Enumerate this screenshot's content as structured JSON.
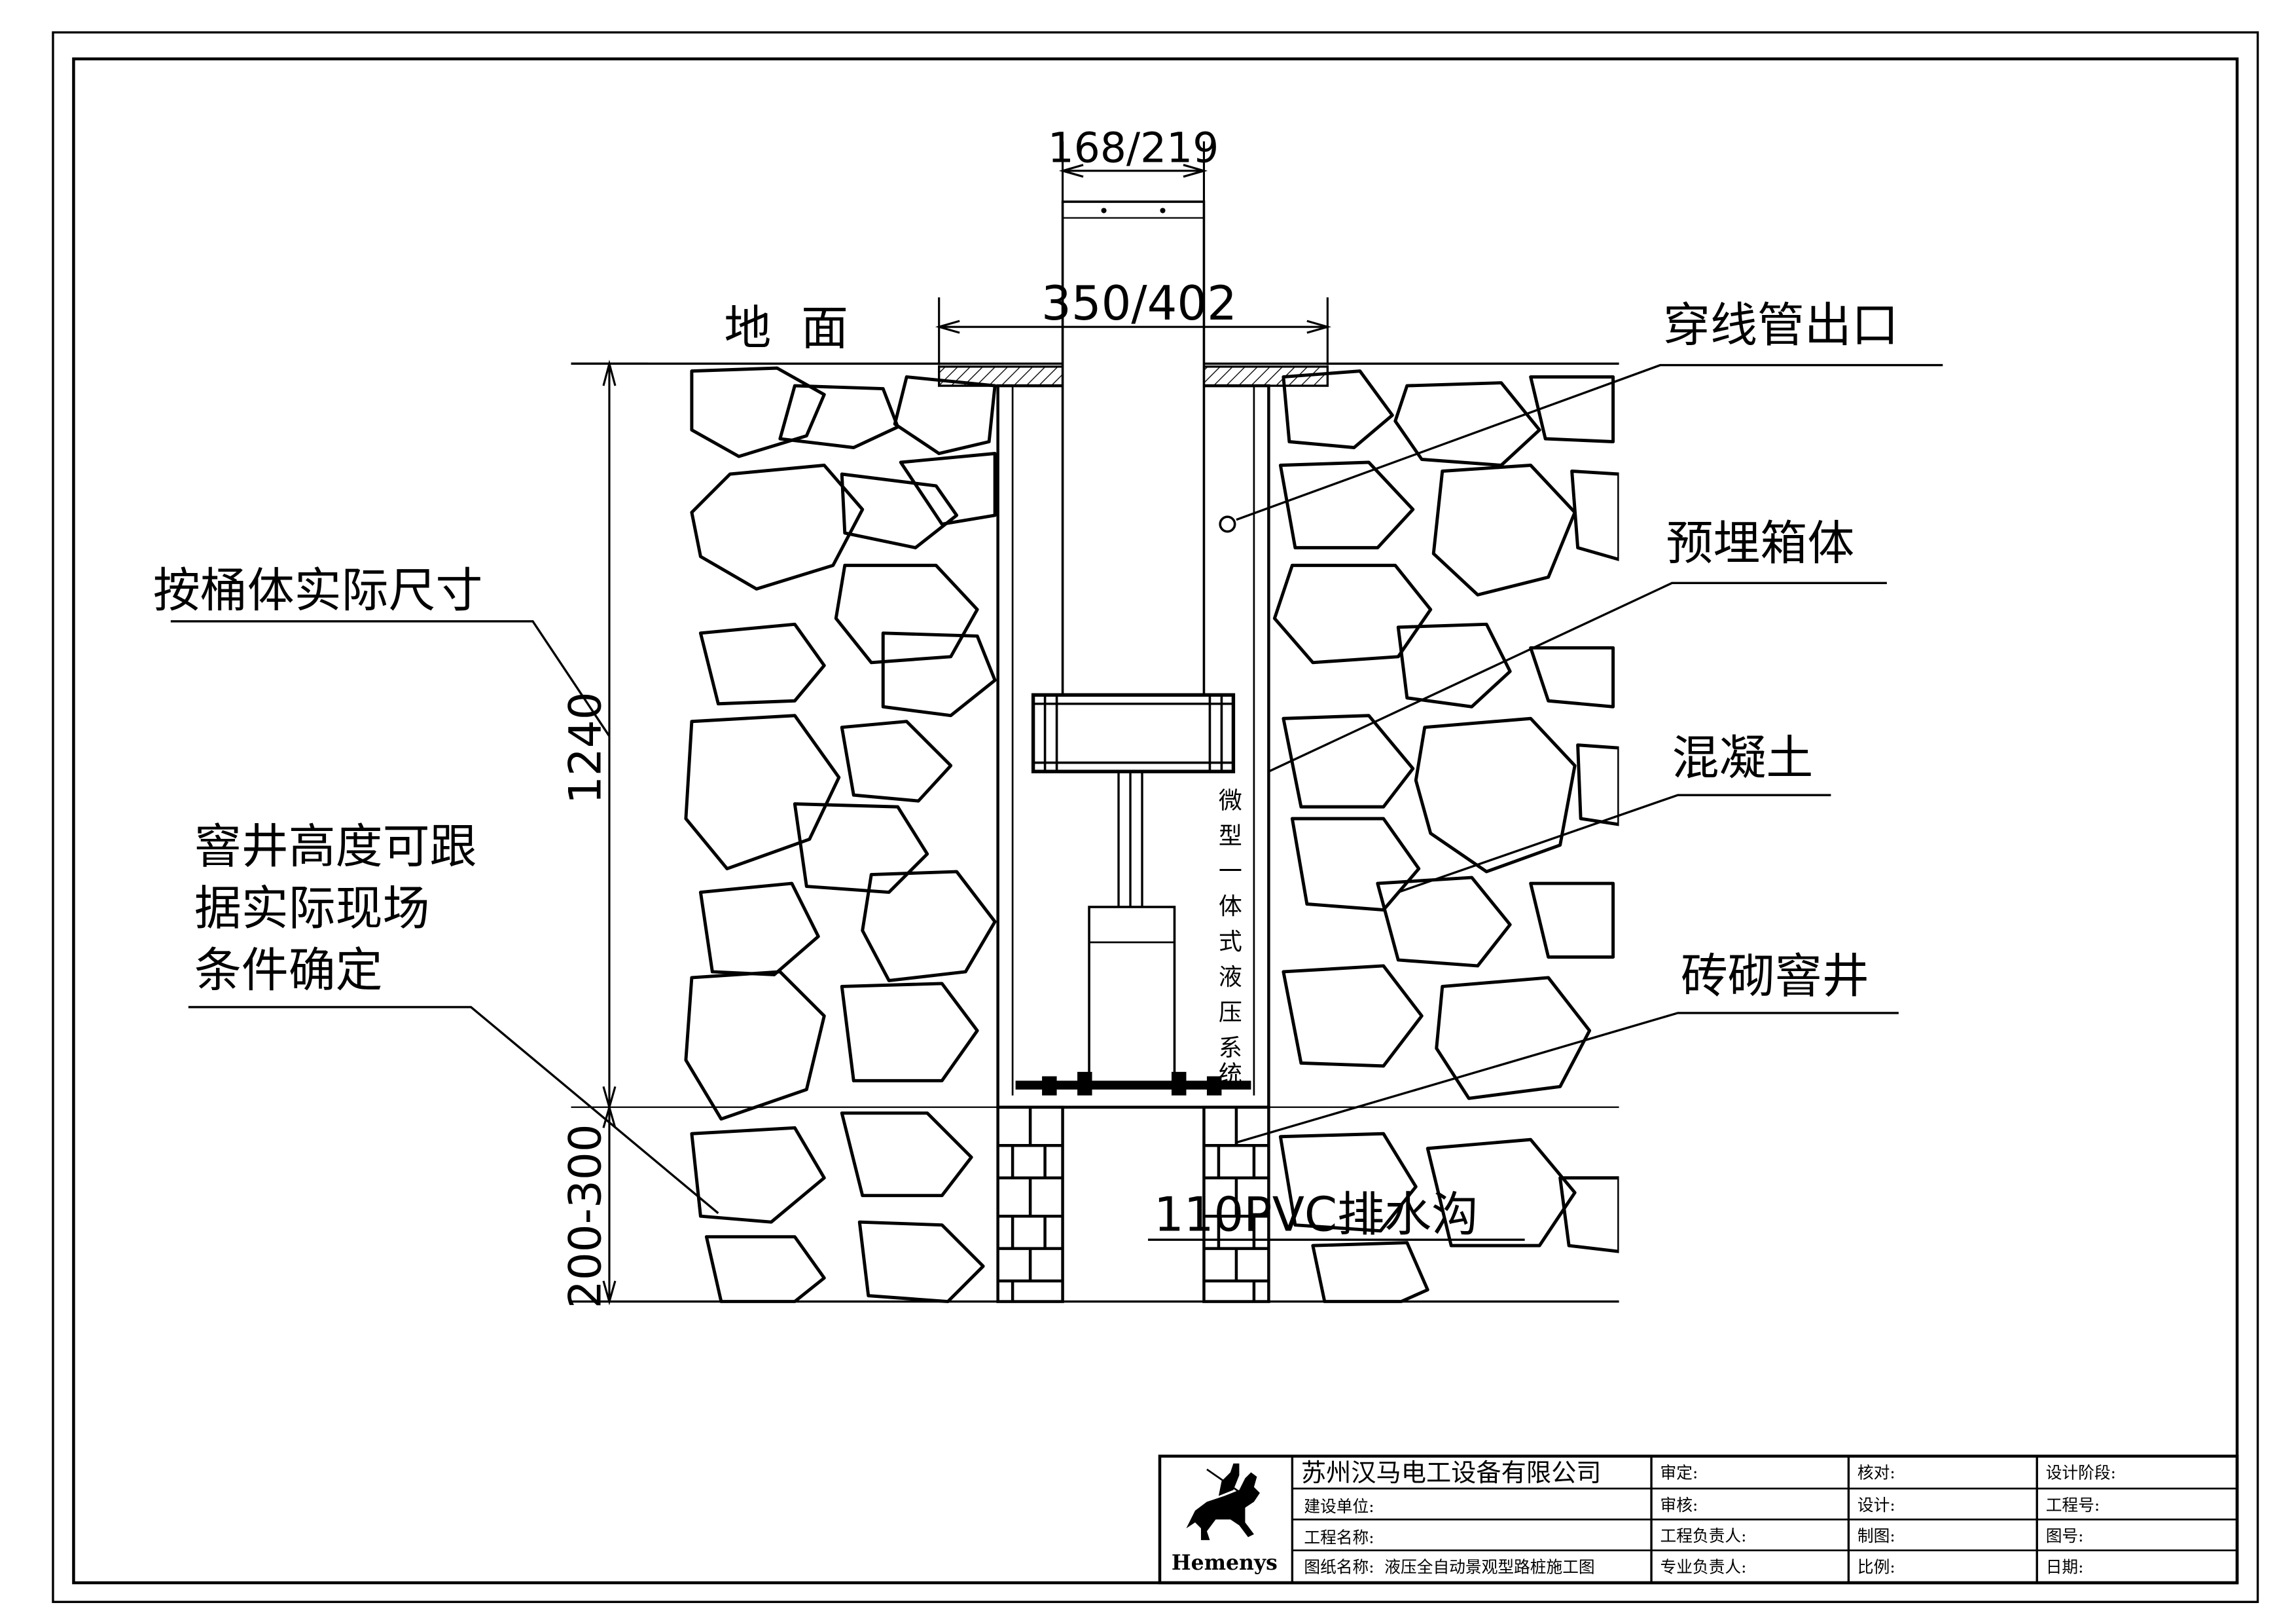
{
  "drawing": {
    "dim_pole_diameter": "168/219",
    "dim_box_width": "350/402",
    "dim_depth": "1240",
    "dim_pit_depth": "200-300",
    "ground_label": "地  面",
    "label_cable_outlet": "穿线管出口",
    "label_embedded_box": "预埋箱体",
    "label_concrete": "混凝土",
    "label_brick_pit": "砖砌窨井",
    "label_drain": "110PVC排水沟",
    "label_barrel_size": "按桶体实际尺寸",
    "note_pit_height": [
      "窨井高度可跟",
      "据实际现场",
      "条件确定"
    ],
    "vertical_system_label": [
      "微",
      "型",
      "一",
      "体",
      "式",
      "液",
      "压",
      "系",
      "统"
    ]
  },
  "title_block": {
    "logo_text": "Hemenys",
    "company": "苏州汉马电工设备有限公司",
    "rows": [
      {
        "label": "",
        "review": "审定:",
        "check": "核对:",
        "stage": "设计阶段:"
      },
      {
        "label": "建设单位:",
        "review": "审核:",
        "check": "设计:",
        "stage": "工程号:"
      },
      {
        "label": "工程名称:",
        "review": "工程负责人:",
        "check": "制图:",
        "stage": "图号:"
      },
      {
        "label": "图纸名称:  液压全自动景观型路桩施工图",
        "review": "专业负责人:",
        "check": "比例:",
        "stage": "日期:"
      }
    ]
  }
}
